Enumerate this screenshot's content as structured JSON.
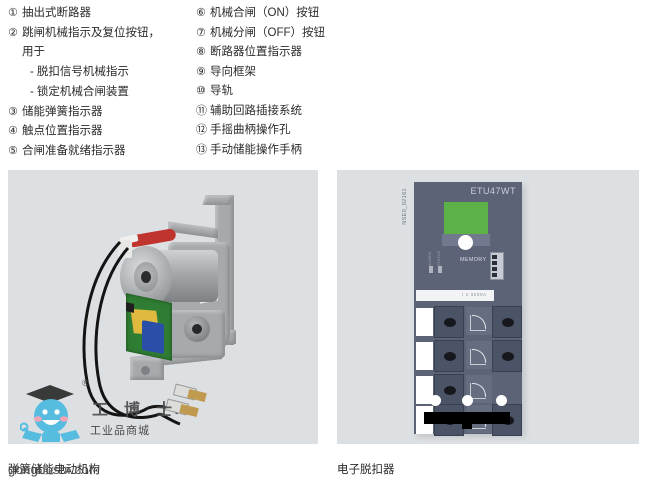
{
  "legend": {
    "left_column": [
      {
        "num": "①",
        "text": "抽出式断路器"
      },
      {
        "num": "②",
        "text": "跳闸机械指示及复位按钮，",
        "continuation": "用于",
        "subitems": [
          "脱扣信号机械指示",
          "锁定机械合闸装置"
        ]
      },
      {
        "num": "③",
        "text": "储能弹簧指示器"
      },
      {
        "num": "④",
        "text": "触点位置指示器"
      },
      {
        "num": "⑤",
        "text": "合闸准备就绪指示器"
      }
    ],
    "right_column": [
      {
        "num": "⑥",
        "text": "机械合闸（ON）按钮"
      },
      {
        "num": "⑦",
        "text": "机械分闸（OFF）按钮"
      },
      {
        "num": "⑧",
        "text": "断路器位置指示器"
      },
      {
        "num": "⑨",
        "text": "导向框架"
      },
      {
        "num": "⑩",
        "text": "导轨"
      },
      {
        "num": "⑪",
        "text": "辅助回路插接系统"
      },
      {
        "num": "⑫",
        "text": "手摇曲柄操作孔"
      },
      {
        "num": "⑬",
        "text": "手动储能操作手柄"
      }
    ]
  },
  "figures": {
    "left": {
      "caption": "弹簧储能电动机构",
      "alt": "spring-charging-motor-mechanism-photo"
    },
    "right": {
      "caption": "电子脱扣器",
      "alt": "electronic-trip-unit-photo",
      "device_label": "ETU47WT",
      "vertical_code": "NSE0_02161",
      "memory_label": "MEMORY",
      "led_labels": [
        "ALARM",
        "STATUS"
      ],
      "strip_code": "I n 3200A"
    }
  },
  "watermark": {
    "brand": "工 博 士",
    "sub_brand": "工业品商城",
    "registered": "®",
    "url": "gongboshi.com"
  },
  "colors": {
    "figure_background": "#dde0e3",
    "etu_body": "#5c6376",
    "etu_screen": "#5cb246",
    "text": "#2b2b2b",
    "watermark_blue": "#4bbbe0"
  }
}
